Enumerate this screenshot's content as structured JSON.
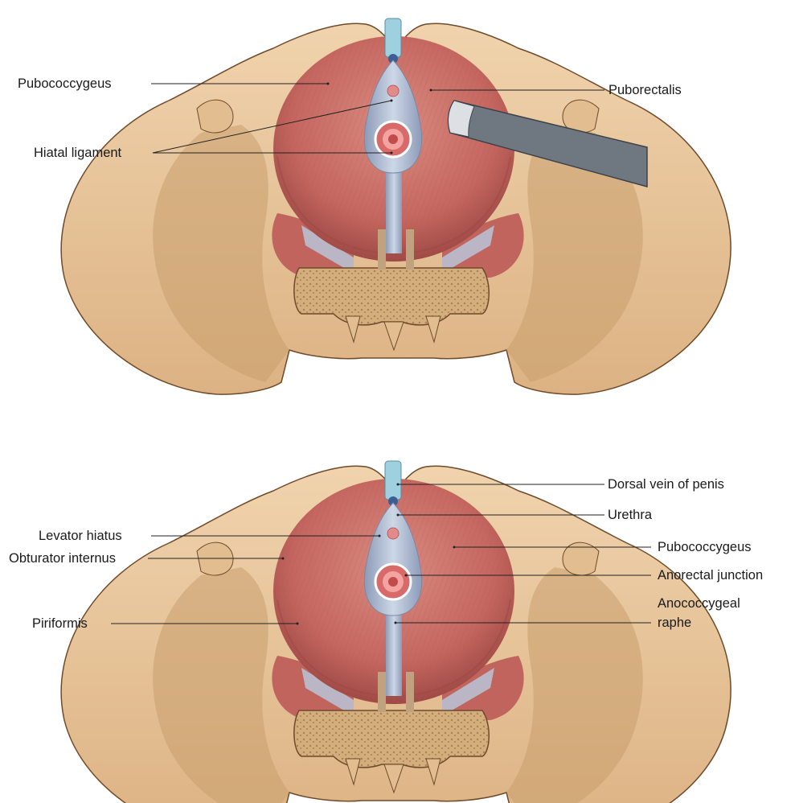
{
  "top_panel": {
    "labels": {
      "pubococcygeus": "Pubococcygeus",
      "hiatal_ligament": "Hiatal ligament",
      "puborectalis": "Puborectalis"
    }
  },
  "bottom_panel": {
    "labels": {
      "levator_hiatus": "Levator hiatus",
      "obturator_internus": "Obturator internus",
      "piriformis": "Piriformis",
      "dorsal_vein": "Dorsal vein of penis",
      "urethra": "Urethra",
      "pubococcygeus": "Pubococcygeus",
      "anorectal_junction": "Anorectal junction",
      "anococcygeal_raphe_1": "Anococcygeal",
      "anococcygeal_raphe_2": "raphe"
    }
  },
  "colors": {
    "bone": "#e9c89f",
    "bone_shadow": "#c99e6e",
    "bone_outline": "#6e4a2a",
    "muscle": "#c9716a",
    "muscle_dark": "#a4504c",
    "fascia": "#aab8d0",
    "retractor": "#7f8790",
    "leader": "#222222"
  }
}
